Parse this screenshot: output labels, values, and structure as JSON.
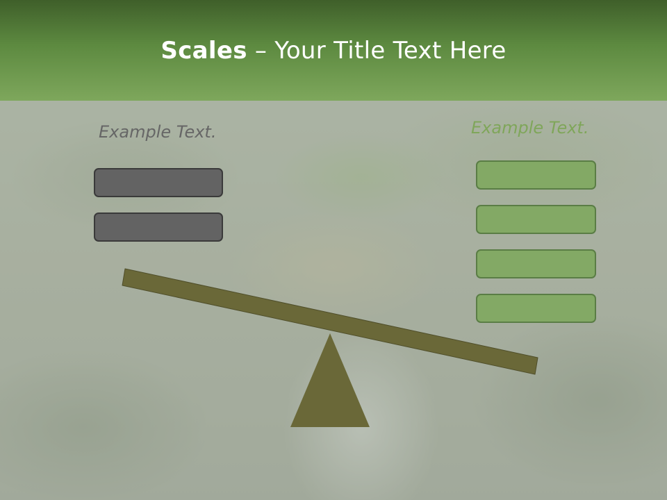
{
  "slide": {
    "title_strong": "Scales",
    "title_rest": " – Your Title Text Here"
  },
  "left_side": {
    "caption": "Example Text.",
    "box_color": "#636363",
    "boxes": [
      "",
      ""
    ]
  },
  "right_side": {
    "caption": "Example Text.",
    "box_color": "#83a965",
    "boxes": [
      "",
      "",
      "",
      ""
    ]
  },
  "colors": {
    "header": "#5d8a40",
    "beam": "#6a6838",
    "fulcrum": "#6a6838"
  }
}
